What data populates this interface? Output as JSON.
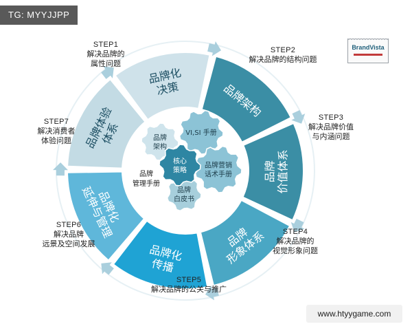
{
  "tag": "TG: MYYJJPP",
  "watermark": "www.htyygame.com",
  "logo_text": "BrandVista",
  "steps": [
    {
      "num": "STEP1",
      "desc_lines": [
        "解决品牌的",
        "属性问题"
      ]
    },
    {
      "num": "STEP2",
      "desc_lines": [
        "解决品牌的结构问题"
      ]
    },
    {
      "num": "STEP3",
      "desc_lines": [
        "解决品牌价值",
        "与内涵问题"
      ]
    },
    {
      "num": "STEP4",
      "desc_lines": [
        "解决品牌的",
        "视觉形象问题"
      ]
    },
    {
      "num": "STEP5",
      "desc_lines": [
        "解决品牌的公关与推广"
      ]
    },
    {
      "num": "STEP6",
      "desc_lines": [
        "解决品牌",
        "远景及空间发展"
      ]
    },
    {
      "num": "STEP7",
      "desc_lines": [
        "解决消费者",
        "体验问题"
      ]
    }
  ],
  "ring_segments": [
    {
      "lines": [
        "品牌化",
        "决策"
      ],
      "color": "#cfe2ea",
      "text_color": "#1d4f63"
    },
    {
      "lines": [
        "品牌架构"
      ],
      "color": "#3b8ea5",
      "text_color": "#ffffff"
    },
    {
      "lines": [
        "品牌",
        "价值体系"
      ],
      "color": "#3b8ea5",
      "text_color": "#ffffff"
    },
    {
      "lines": [
        "品牌",
        "形象体系"
      ],
      "color": "#4aa7c4",
      "text_color": "#ffffff"
    },
    {
      "lines": [
        "品牌化",
        "传播"
      ],
      "color": "#1fa3d4",
      "text_color": "#ffffff"
    },
    {
      "lines": [
        "品牌化",
        "延伸与管理"
      ],
      "color": "#5fb7da",
      "text_color": "#ffffff"
    },
    {
      "lines": [
        "品牌体验",
        "体系"
      ],
      "color": "#c3dbe4",
      "text_color": "#1d4f63"
    }
  ],
  "gears": [
    {
      "lines": [
        "核心",
        "策略"
      ],
      "color": "#2e86a3",
      "text_color": "#ffffff"
    },
    {
      "lines": [
        "VI,SI 手册"
      ],
      "color": "#8cc3d6",
      "text_color": "#1d3d4a"
    },
    {
      "lines": [
        "品牌营销",
        "话术手册"
      ],
      "color": "#8cc3d6",
      "text_color": "#1d3d4a"
    },
    {
      "lines": [
        "品牌",
        "白皮书"
      ],
      "color": "#a7cfdc",
      "text_color": "#1d3d4a"
    },
    {
      "lines": [
        "品牌",
        "架构"
      ],
      "color": "#cfe4ec",
      "text_color": "#1d3d4a"
    }
  ],
  "gear_caption_lines": [
    "品牌",
    "管理手册"
  ],
  "colors": {
    "arrow": "#aacfdd",
    "dark_ring": "#3b8ea5"
  }
}
